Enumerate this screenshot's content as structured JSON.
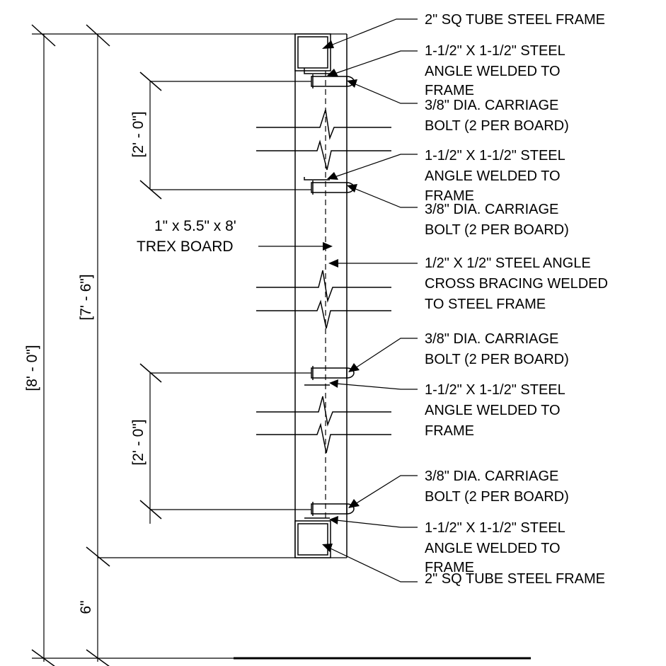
{
  "drawing": {
    "dimensions": {
      "overall": "[8' - 0\"]",
      "frame": "[7' - 6\"]",
      "spacing_top": "[2' - 0\"]",
      "spacing_bottom": "[2' - 0\"]",
      "base": "6\""
    },
    "labels": {
      "tube_top": "2\" SQ TUBE STEEL FRAME",
      "angle_1": [
        "1-1/2\" X 1-1/2\" STEEL",
        "ANGLE WELDED TO",
        "FRAME"
      ],
      "bolt_1": [
        "3/8\" DIA. CARRIAGE",
        "BOLT (2 PER BOARD)"
      ],
      "angle_2": [
        "1-1/2\" X 1-1/2\" STEEL",
        "ANGLE WELDED TO",
        "FRAME"
      ],
      "bolt_2": [
        "3/8\" DIA. CARRIAGE",
        "BOLT (2 PER BOARD)"
      ],
      "board": [
        "1\" x 5.5\" x 8'",
        "TREX BOARD"
      ],
      "bracing": [
        "1/2\" X 1/2\" STEEL ANGLE",
        "CROSS BRACING WELDED",
        "TO STEEL FRAME"
      ],
      "bolt_3": [
        "3/8\" DIA. CARRIAGE",
        "BOLT (2 PER BOARD)"
      ],
      "angle_3": [
        "1-1/2\" X 1-1/2\" STEEL",
        "ANGLE WELDED TO",
        "FRAME"
      ],
      "bolt_4": [
        "3/8\" DIA. CARRIAGE",
        "BOLT (2 PER BOARD)"
      ],
      "angle_4": [
        "1-1/2\" X 1-1/2\" STEEL",
        "ANGLE WELDED TO",
        "FRAME"
      ],
      "tube_bottom": "2\" SQ TUBE STEEL FRAME"
    }
  }
}
